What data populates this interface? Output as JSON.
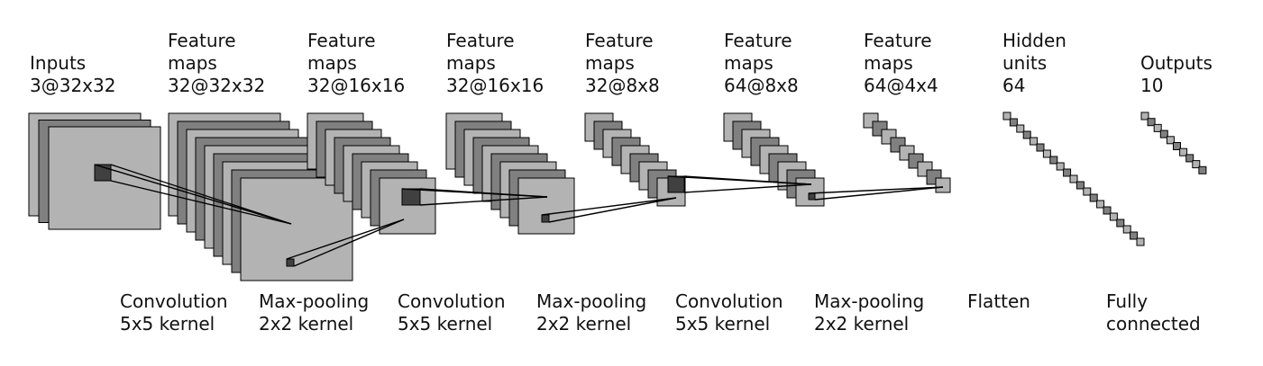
{
  "layers": [
    {
      "title": [
        "Inputs"
      ],
      "shape": "3@32x32"
    },
    {
      "title": [
        "Feature",
        "maps"
      ],
      "shape": "32@32x32"
    },
    {
      "title": [
        "Feature",
        "maps"
      ],
      "shape": "32@16x16"
    },
    {
      "title": [
        "Feature",
        "maps"
      ],
      "shape": "32@16x16"
    },
    {
      "title": [
        "Feature",
        "maps"
      ],
      "shape": "32@8x8"
    },
    {
      "title": [
        "Feature",
        "maps"
      ],
      "shape": "64@8x8"
    },
    {
      "title": [
        "Feature",
        "maps"
      ],
      "shape": "64@4x4"
    },
    {
      "title": [
        "Hidden",
        "units"
      ],
      "shape": "64"
    },
    {
      "title": [
        "Outputs"
      ],
      "shape": "10"
    }
  ],
  "operations": [
    {
      "name": "Convolution",
      "kernel": "5x5 kernel"
    },
    {
      "name": "Max-pooling",
      "kernel": "2x2 kernel"
    },
    {
      "name": "Convolution",
      "kernel": "5x5 kernel"
    },
    {
      "name": "Max-pooling",
      "kernel": "2x2 kernel"
    },
    {
      "name": "Convolution",
      "kernel": "5x5 kernel"
    },
    {
      "name": "Max-pooling",
      "kernel": "2x2 kernel"
    },
    {
      "name": "Flatten",
      "kernel": ""
    },
    {
      "name": "Fully",
      "kernel": "connected"
    }
  ],
  "colors": {
    "light": "#b3b3b3",
    "dark": "#808080",
    "patch": "#404040",
    "edge": "#000000"
  }
}
